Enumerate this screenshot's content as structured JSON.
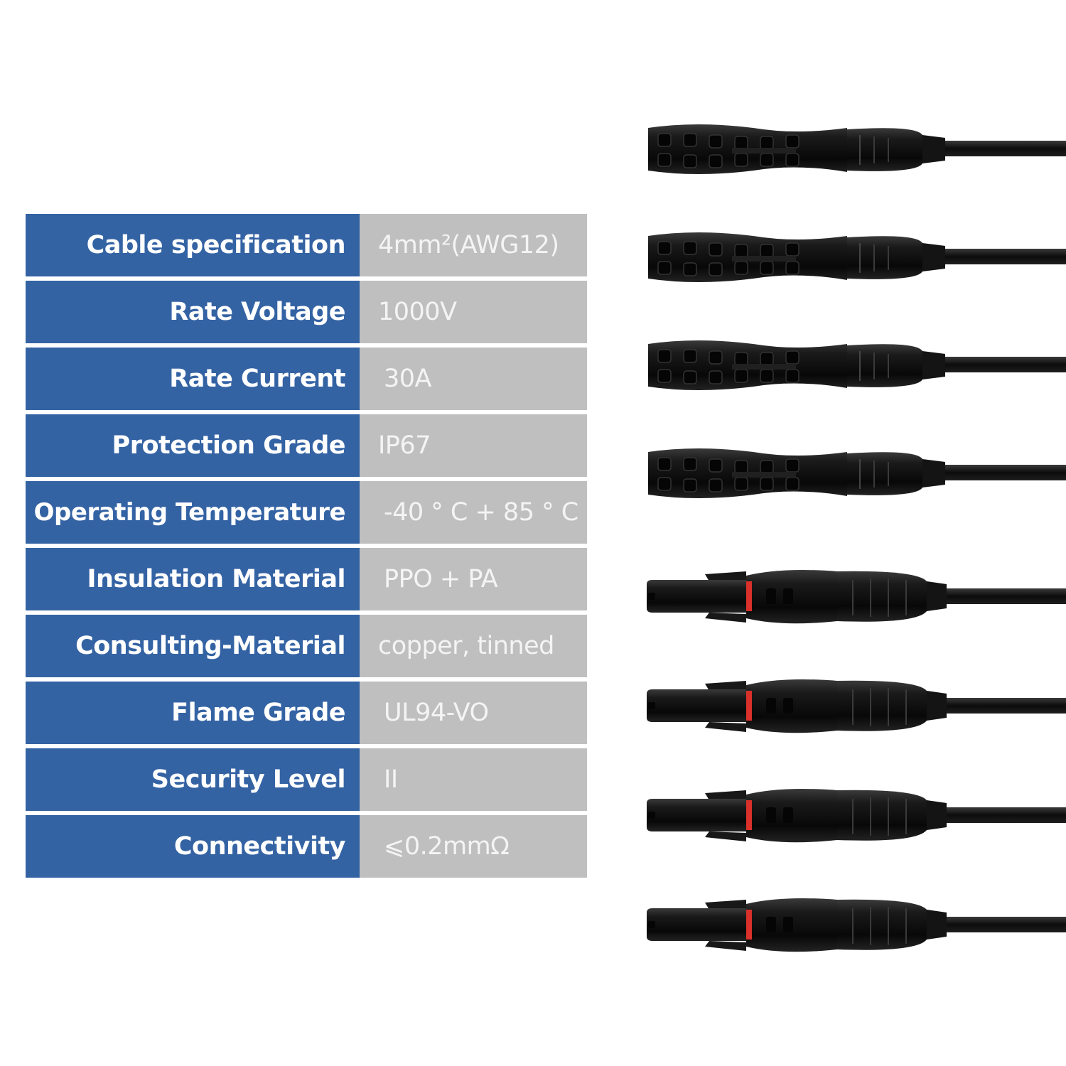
{
  "specs": [
    {
      "label": "Cable specification",
      "value": "4mm²(AWG12)"
    },
    {
      "label": "Rate Voltage",
      "value": "1000V"
    },
    {
      "label": "Rate Current",
      "value": "30A"
    },
    {
      "label": "Protection Grade",
      "value": "IP67"
    },
    {
      "label": "Operating Temperature",
      "value": "-40 ° C + 85 ° C"
    },
    {
      "label": "Insulation Material",
      "value": "PPO + PA"
    },
    {
      "label": "Consulting-Material",
      "value": "copper, tinned"
    },
    {
      "label": "Flame Grade",
      "value": "UL94-VO"
    },
    {
      "label": "Security Level",
      "value": "II"
    },
    {
      "label": "Connectivity",
      "value": "⩽0.2mmΩ"
    }
  ],
  "colors": {
    "label_bg": "#3463a4",
    "value_bg": "#bfbfbf",
    "connector": "#111111",
    "seal_ring": "#d9302a"
  },
  "connectors": {
    "female_count": 4,
    "male_count": 4
  }
}
